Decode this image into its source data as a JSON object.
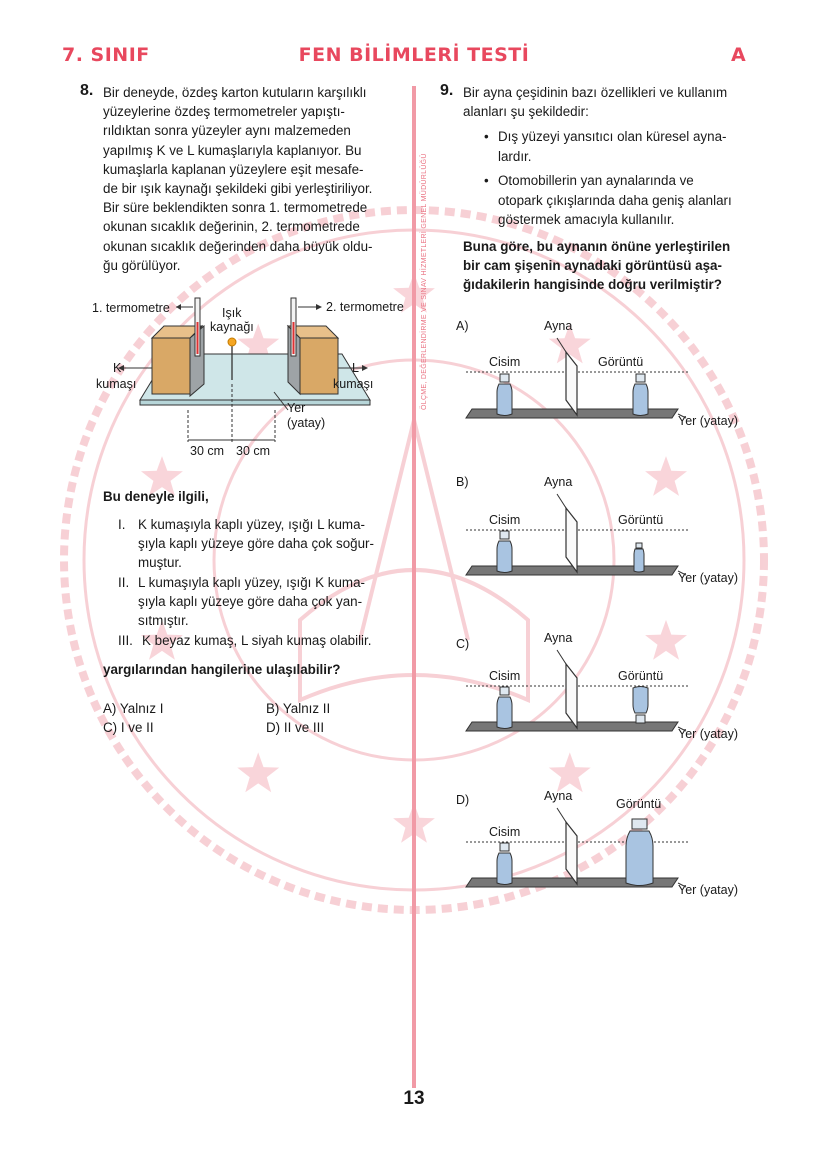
{
  "header": {
    "grade": "7. SINIF",
    "title": "FEN BİLİMLERİ TESTİ",
    "booklet": "A"
  },
  "watermark": {
    "org_text": "ÖLÇME, DEĞERLENDİRME VE SINAV HİZMETLERİ GENEL MÜDÜRLÜĞÜ",
    "color": "#f0a3ad"
  },
  "q8": {
    "number": "8.",
    "lines": [
      "Bir deneyde, özdeş karton kutuların karşılıklı",
      "yüzeylerine özdeş termometreler yapıştı-",
      "rıldıktan sonra yüzeyler aynı malzemeden",
      "yapılmış K ve L kumaşlarıyla kaplanıyor. Bu",
      "kumaşlarla kaplanan yüzeylere eşit mesafe-",
      "de bir ışık kaynağı şekildeki gibi yerleştiriliyor.",
      "Bir süre beklendikten sonra 1. termometrede",
      "okunan sıcaklık değerinin, 2. termometrede",
      "okunan sıcaklık değerinden daha büyük oldu-",
      "ğu görülüyor."
    ],
    "figure": {
      "thermo1": "1. termometre",
      "thermo2": "2. termometre",
      "light1": "Işık",
      "light2": "kaynağı",
      "k1": "K",
      "k2": "kumaşı",
      "l1": "L",
      "l2": "kumaşı",
      "ground1": "Yer",
      "ground2": "(yatay)",
      "dist1": "30 cm",
      "dist2": "30 cm"
    },
    "stem": "Bu deneyle ilgili,",
    "statements": [
      {
        "roman": "I.",
        "lines": [
          "K kumaşıyla kaplı yüzey, ışığı L kuma-",
          "şıyla kaplı yüzeye göre daha çok soğur-",
          "muştur."
        ]
      },
      {
        "roman": "II.",
        "lines": [
          "L kumaşıyla kaplı yüzey, ışığı K kuma-",
          "şıyla kaplı yüzeye göre daha çok yan-",
          "sıtmıştır."
        ]
      },
      {
        "roman": "III.",
        "lines": [
          "K beyaz kumaş, L siyah kumaş olabilir."
        ]
      }
    ],
    "question": "yargılarından hangilerine ulaşılabilir?",
    "options": {
      "A": "A) Yalnız I",
      "B": "B) Yalnız II",
      "C": "C) I ve II",
      "D": "D) II ve III"
    }
  },
  "q9": {
    "number": "9.",
    "intro_lines": [
      "Bir ayna çeşidinin bazı özellikleri ve kullanım",
      "alanları şu şekildedir:"
    ],
    "bullets": [
      {
        "lines": [
          "Dış yüzeyi yansıtıcı olan küresel ayna-",
          "lardır."
        ]
      },
      {
        "lines": [
          "Otomobillerin yan aynalarında ve",
          "otopark çıkışlarında daha geniş alanları",
          "göstermek amacıyla kullanılır."
        ]
      }
    ],
    "question_lines": [
      "Buna göre, bu aynanın önüne yerleştirilen",
      "bir cam şişenin aynadaki görüntüsü aşa-",
      "ğıdakilerin hangisinde doğru verilmiştir?"
    ],
    "option_labels": {
      "A": "A)",
      "B": "B)",
      "C": "C)",
      "D": "D)"
    },
    "figure_labels": {
      "mirror": "Ayna",
      "object": "Cisim",
      "image": "Görüntü",
      "ground": "Yer (yatay)"
    }
  },
  "page_number": "13"
}
